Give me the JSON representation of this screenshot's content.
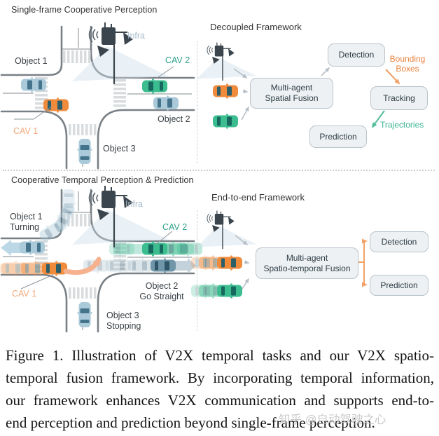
{
  "figure": {
    "top_panel": {
      "scene_title": "Single-frame Cooperative Perception",
      "framework_title": "Decoupled Framework",
      "labels": {
        "object1": "Object 1",
        "object2": "Object 2",
        "object3": "Object 3",
        "cav1": "CAV 1",
        "cav2": "CAV 2",
        "infra": "Infra"
      },
      "flow": {
        "fusion": "Multi-agent\nSpatial Fusion",
        "detection": "Detection",
        "tracking": "Tracking",
        "prediction": "Prediction",
        "edge_bounding_boxes": "Bounding\nBoxes",
        "edge_trajectories": "Trajectories"
      }
    },
    "bottom_panel": {
      "scene_title": "Cooperative Temporal Perception & Prediction",
      "framework_title": "End-to-end Framework",
      "labels": {
        "object1": "Object 1\nTurning",
        "object2": "Object 2\nGo Straight",
        "object3": "Object 3\nStopping",
        "cav1": "CAV 1",
        "cav2": "CAV 2",
        "infra": "Infra"
      },
      "flow": {
        "fusion": "Multi-agent\nSpatio-temporal Fusion",
        "detection": "Detection",
        "prediction": "Prediction"
      }
    },
    "caption_lines": [
      "Figure 1. Illustration of V2X temporal tasks and our V2X spatio-",
      "temporal fusion framework. By incorporating temporal information,",
      "our framework enhances V2X communication and supports end-to-",
      "end perception and prediction beyond single-frame perception."
    ],
    "watermark": "知乎 @自动驾驶之心",
    "colors": {
      "cav1_orange": "#f08b3c",
      "cav2_green": "#3bbd8f",
      "object_blue": "#aac9d9",
      "object_dark_blue": "#6f96a9",
      "accent_orange": "#e8823d",
      "accent_teal": "#3cb493",
      "infra_dark": "#3a454d",
      "road_gray": "#798086",
      "box_fill": "#eef1f3",
      "box_border": "#b9c4cb",
      "infra_label_blue": "#a8bccb"
    }
  }
}
